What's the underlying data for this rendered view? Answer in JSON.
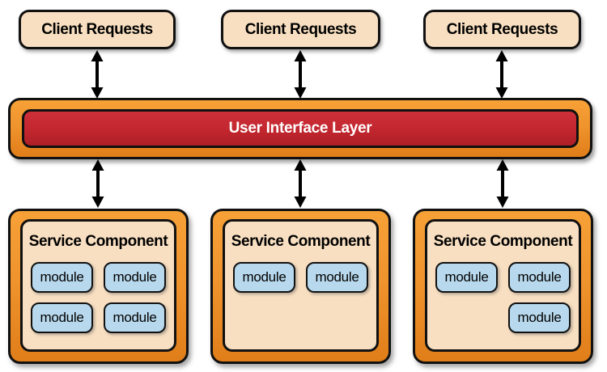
{
  "diagram": {
    "client_boxes": [
      {
        "label": "Client Requests"
      },
      {
        "label": "Client Requests"
      },
      {
        "label": "Client Requests"
      }
    ],
    "ui_layer": {
      "label": "User Interface Layer"
    },
    "service_components": [
      {
        "label": "Service Component",
        "modules": [
          "module",
          "module",
          "module",
          "module"
        ]
      },
      {
        "label": "Service Component",
        "modules": [
          "module",
          "module"
        ]
      },
      {
        "label": "Service Component",
        "modules": [
          "module",
          "module",
          "module"
        ]
      }
    ],
    "colors": {
      "cream": "#F8DFC1",
      "orange": "#F0942D",
      "red": "#C2262E",
      "module_blue": "#B8D9ED",
      "border_black": "#111111",
      "background": "#FFFFFF"
    }
  }
}
